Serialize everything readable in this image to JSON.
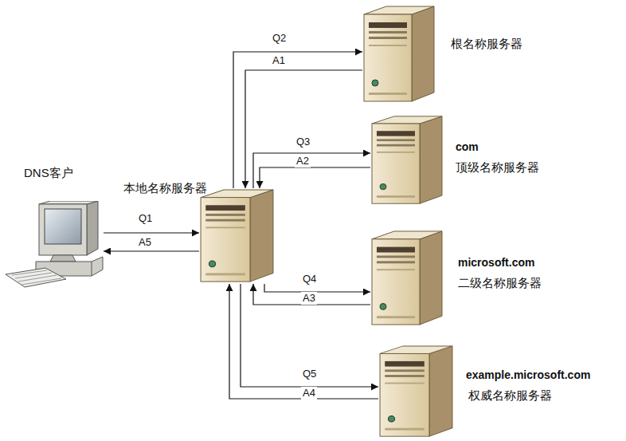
{
  "diagram": {
    "nodes": [
      {
        "text": [
          "根名称服务器"
        ]
      },
      {
        "text": [
          "com",
          "顶级名称服务器"
        ]
      },
      {
        "text": [
          "DNS客户"
        ]
      },
      {
        "text": [
          "本地名称服务器"
        ]
      },
      {
        "text": [
          "microsoft.com",
          "二级名称服务器"
        ]
      },
      {
        "text": [
          "example.microsoft.com",
          "权威名称服务器"
        ]
      }
    ],
    "edges": [
      {
        "from": 2,
        "to": 3,
        "label": "Q1",
        "arrow": "to"
      },
      {
        "from": 3,
        "to": 2,
        "label": "A5",
        "arrow": "to"
      },
      {
        "from": 3,
        "to": 0,
        "label": "Q2",
        "arrow": "to"
      },
      {
        "from": 0,
        "to": 3,
        "label": "A1",
        "arrow": "to"
      },
      {
        "from": 3,
        "to": 1,
        "label": "Q3",
        "arrow": "to"
      },
      {
        "from": 1,
        "to": 3,
        "label": "A2",
        "arrow": "to"
      },
      {
        "from": 3,
        "to": 4,
        "label": "Q4",
        "arrow": "to"
      },
      {
        "from": 4,
        "to": 3,
        "label": "A3",
        "arrow": "to"
      },
      {
        "from": 3,
        "to": 5,
        "label": "Q5",
        "arrow": "to"
      },
      {
        "from": 5,
        "to": 3,
        "label": "A4",
        "arrow": "to"
      }
    ]
  }
}
